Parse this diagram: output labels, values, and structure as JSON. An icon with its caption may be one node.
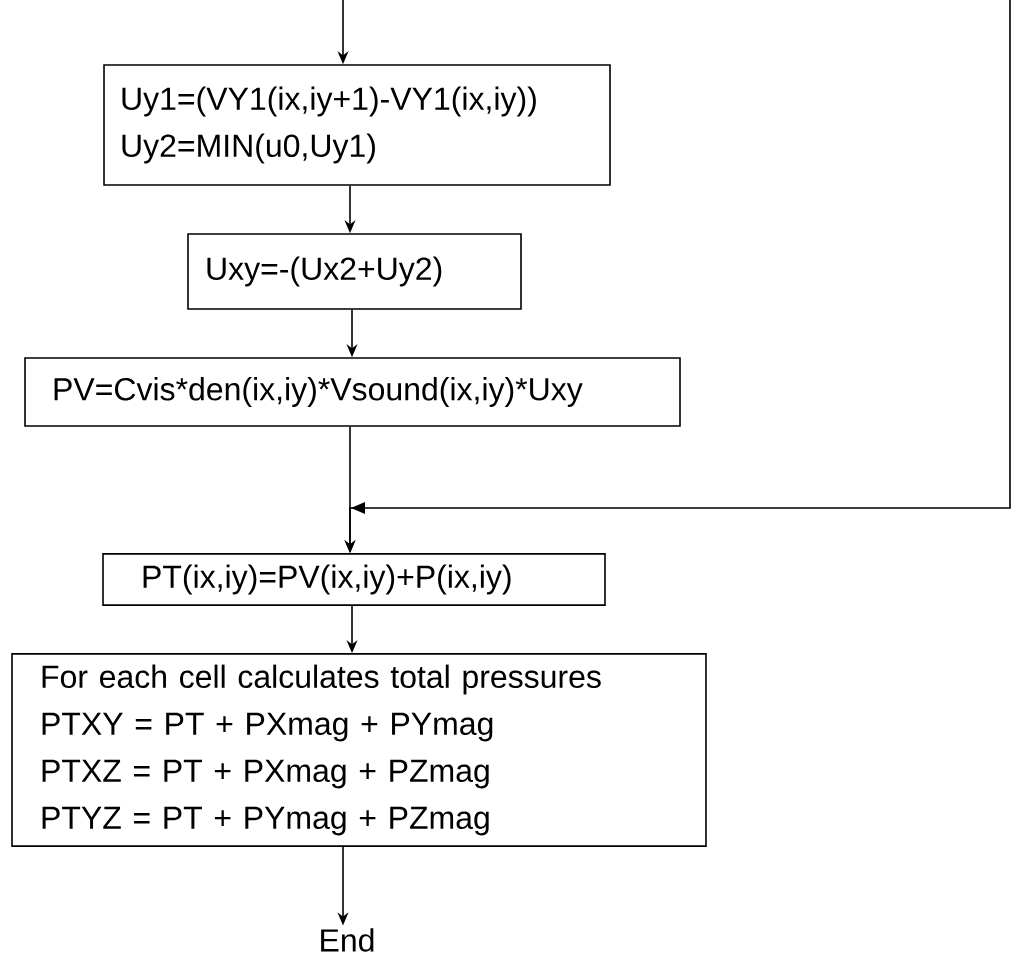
{
  "diagram": {
    "nodes": [
      {
        "text": [
          "Uy1=(VY1(ix,iy+1)-VY1(ix,iy))",
          "Uy2=MIN(u0,Uy1)"
        ]
      },
      {
        "text": [
          "Uxy=-(Ux2+Uy2)"
        ]
      },
      {
        "text": [
          "PV=Cvis*den(ix,iy)*Vsound(ix,iy)*Uxy"
        ]
      },
      {
        "text": [
          "PT(ix,iy)=PV(ix,iy)+P(ix,iy)"
        ]
      },
      {
        "text": [
          "For each cell calculates total pressures",
          "PTXY = PT + PXmag + PYmag",
          "PTXZ = PT + PXmag + PZmag",
          "PTYZ = PT + PYmag + PZmag"
        ]
      },
      {
        "text": [
          "End"
        ]
      }
    ],
    "edges": [
      {
        "from": null,
        "to": 0,
        "arrow": "to"
      },
      {
        "from": 0,
        "to": 1,
        "arrow": "to"
      },
      {
        "from": 1,
        "to": 2,
        "arrow": "to"
      },
      {
        "from": 2,
        "to": 3,
        "arrow": "to"
      },
      {
        "from": null,
        "to": 3,
        "arrow": "to"
      },
      {
        "from": 3,
        "to": 4,
        "arrow": "to"
      },
      {
        "from": 4,
        "to": 5,
        "arrow": "to"
      }
    ]
  }
}
